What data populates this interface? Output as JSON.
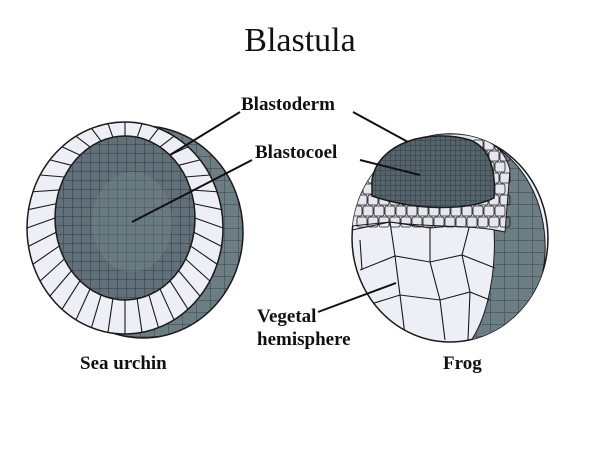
{
  "title": "Blastula",
  "labels": {
    "blastoderm": "Blastoderm",
    "blastocoel": "Blastocoel",
    "vegetal_line1": "Vegetal",
    "vegetal_line2": "hemisphere",
    "sea_urchin": "Sea urchin",
    "frog": "Frog"
  },
  "colors": {
    "cell_fill": "#eeeef6",
    "cavity_dark": "#4f5f66",
    "cavity_mid": "#6b7c84",
    "outer_shade": "#5d6d74",
    "stroke": "#1a1a1a"
  }
}
